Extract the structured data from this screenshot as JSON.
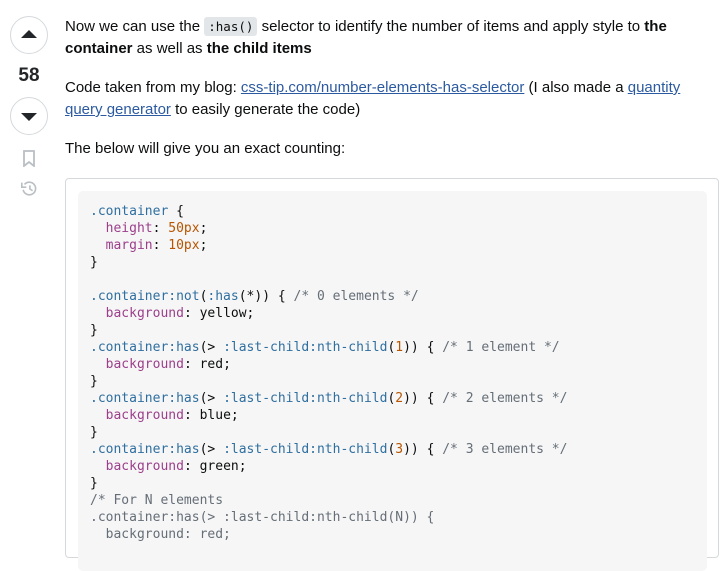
{
  "vote": {
    "score": "58"
  },
  "answer": {
    "p1": {
      "t1": "Now we can use the ",
      "code": ":has()",
      "t2": " selector to identify the number of items and apply style to ",
      "b1": "the container",
      "t3": " as well as ",
      "b2": "the child items"
    },
    "p2": {
      "t1": "Code taken from my blog: ",
      "link1": "css-tip.com/number-elements-has-selector",
      "t2": " (I also made a ",
      "link2": "quantity query generator",
      "t3": " to easily generate the code)"
    },
    "p3": "The below will give you an exact counting:"
  },
  "code": {
    "l1": {
      "sel": ".container",
      "rest": " {"
    },
    "l2": {
      "prop": "height",
      "sep": ": ",
      "num": "50px",
      "end": ";"
    },
    "l3": {
      "prop": "margin",
      "sep": ": ",
      "num": "10px",
      "end": ";"
    },
    "l4": "}",
    "l6": {
      "sel": ".container:not",
      "p1": "(",
      "sel2": ":has",
      "p2": "(*)) { ",
      "com": "/* 0 elements */"
    },
    "l7": {
      "prop": "background",
      "rest": ": yellow;"
    },
    "l8": "}",
    "l9": {
      "sel": ".container:has",
      "p1": "(> ",
      "sel2": ":last-child:nth-child",
      "p2": "(",
      "num": "1",
      "p3": ")) { ",
      "com": "/* 1 element */"
    },
    "l10": {
      "prop": "background",
      "rest": ": red;"
    },
    "l11": "}",
    "l12": {
      "sel": ".container:has",
      "p1": "(> ",
      "sel2": ":last-child:nth-child",
      "p2": "(",
      "num": "2",
      "p3": ")) { ",
      "com": "/* 2 elements */"
    },
    "l13": {
      "prop": "background",
      "rest": ": blue;"
    },
    "l14": "}",
    "l15": {
      "sel": ".container:has",
      "p1": "(> ",
      "sel2": ":last-child:nth-child",
      "p2": "(",
      "num": "3",
      "p3": ")) { ",
      "com": "/* 3 elements */"
    },
    "l16": {
      "prop": "background",
      "rest": ": green;"
    },
    "l17": "}",
    "l18": "/* For N elements",
    "l19": ".container:has(> :last-child:nth-child(N)) {",
    "l20": "  background: red;"
  }
}
